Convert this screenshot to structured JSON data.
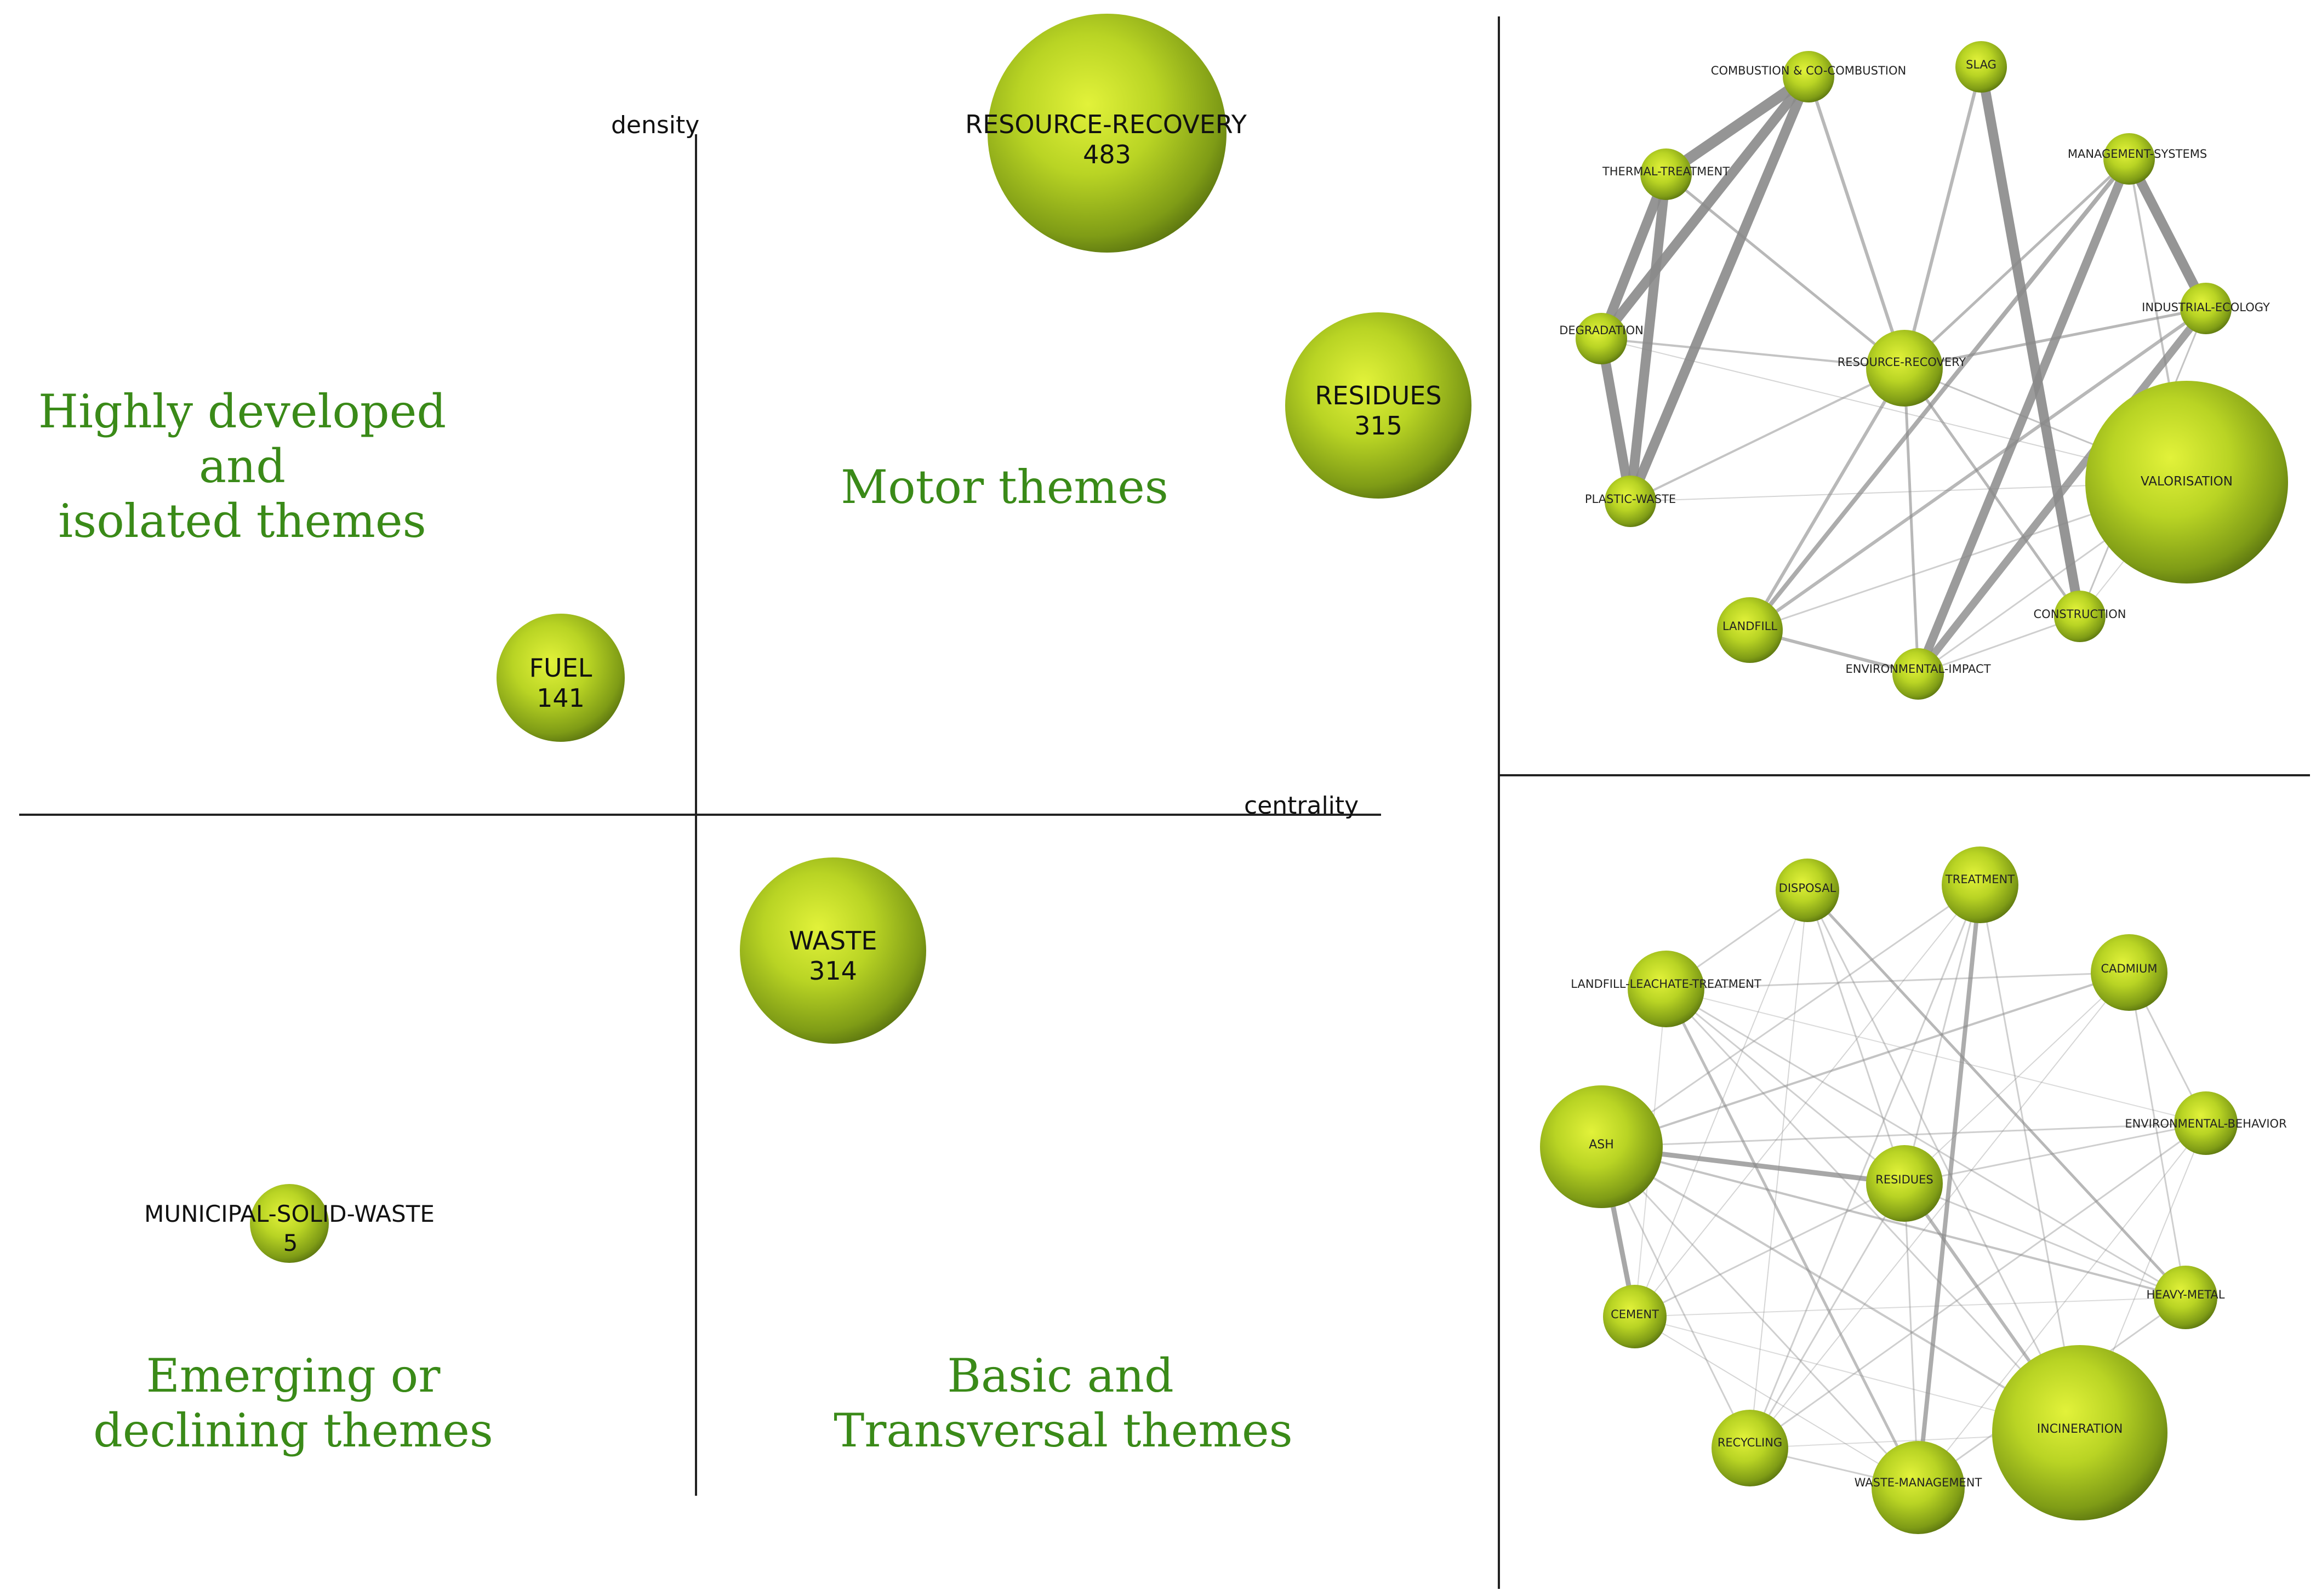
{
  "strategic_map": {
    "axis_y_label": "density",
    "axis_x_label": "centrality",
    "quadrants": {
      "top_left": [
        "Highly developed",
        "and",
        "isolated themes"
      ],
      "top_right": [
        "Motor themes"
      ],
      "bottom_left": [
        "Emerging or",
        "declining themes"
      ],
      "bottom_right": [
        "Basic and",
        "Transversal themes"
      ]
    },
    "themes": [
      {
        "name": "RESOURCE-RECOVERY",
        "count": "483"
      },
      {
        "name": "RESIDUES",
        "count": "315"
      },
      {
        "name": "FUEL",
        "count": "141"
      },
      {
        "name": "WASTE",
        "count": "314"
      },
      {
        "name": "MUNICIPAL-SOLID-WASTE",
        "count": "5"
      }
    ]
  },
  "network_resource_recovery": {
    "nodes": [
      "COMBUSTION & CO-COMBUSTION",
      "SLAG",
      "THERMAL-TREATMENT",
      "MANAGEMENT-SYSTEMS",
      "DEGRADATION",
      "RESOURCE-RECOVERY",
      "INDUSTRIAL-ECOLOGY",
      "PLASTIC-WASTE",
      "VALORISATION",
      "LANDFILL",
      "CONSTRUCTION",
      "ENVIRONMENTAL-IMPACT"
    ]
  },
  "network_residues": {
    "nodes": [
      "DISPOSAL",
      "TREATMENT",
      "LANDFILL-LEACHATE-TREATMENT",
      "CADMIUM",
      "ASH",
      "RESIDUES",
      "ENVIRONMENTAL-BEHAVIOR",
      "CEMENT",
      "HEAVY-METAL",
      "RECYCLING",
      "WASTE-MANAGEMENT",
      "INCINERATION"
    ]
  },
  "colors": {
    "node_light": "#d8ec2e",
    "node_mid": "#a9c522",
    "node_dark": "#5f7a12",
    "quadrant_text": "#3a8a18",
    "axis": "#222222",
    "edge": "#8a8a8a"
  }
}
